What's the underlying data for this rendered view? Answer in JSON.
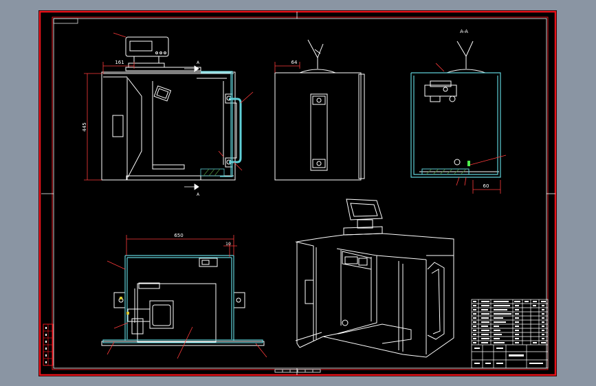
{
  "colors": {
    "viewport_bg": "#8a95a3",
    "sheet_bg": "#000000",
    "frame_red": "#e8131b",
    "line_white": "#ffffff",
    "insulation_cyan": "#5fd0d8",
    "leader_red": "#ff2a2a",
    "dim_red": "#ff3b3b",
    "highlight_green": "#4cf04c"
  },
  "drawing": {
    "front_view": {
      "dim_top": "161",
      "dim_height": "445"
    },
    "side_view": {
      "dim_top": "64"
    },
    "section_view": {
      "title": "A-A",
      "dim_bottom": "60"
    },
    "top_view": {
      "dim_width": "650",
      "dim_offset": "10"
    },
    "section_marks": {
      "top": "A",
      "bottom": "A"
    }
  }
}
